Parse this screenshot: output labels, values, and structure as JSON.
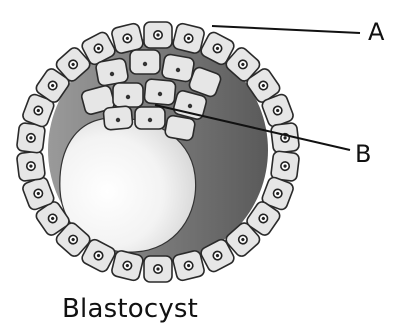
{
  "diagram": {
    "caption": "Blastocyst",
    "labels": [
      {
        "id": "A",
        "text": "A"
      },
      {
        "id": "B",
        "text": "B"
      }
    ]
  }
}
